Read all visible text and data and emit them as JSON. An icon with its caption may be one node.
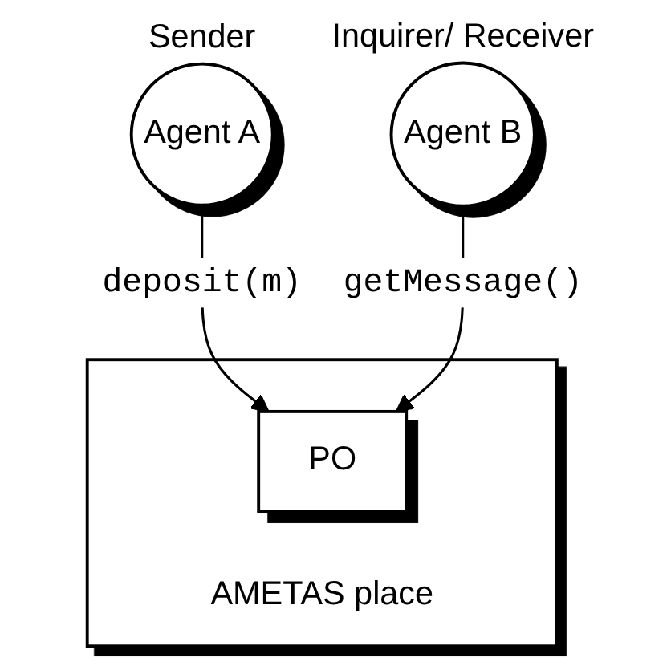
{
  "diagram": {
    "nodes": [
      {
        "text": [
          "Agent A"
        ],
        "beside": [
          "Sender"
        ]
      },
      {
        "text": [
          "Agent B"
        ],
        "beside": [
          "Inquirer/ Receiver"
        ]
      },
      {
        "text": [
          "AMETAS place"
        ]
      },
      {
        "text": [
          "PO"
        ],
        "in": 2
      }
    ],
    "edges": [
      {
        "from": 0,
        "to": 3,
        "arrow": "to",
        "label": "deposit(m)"
      },
      {
        "from": 1,
        "to": 3,
        "arrow": "to",
        "label": "getMessage()"
      }
    ]
  }
}
